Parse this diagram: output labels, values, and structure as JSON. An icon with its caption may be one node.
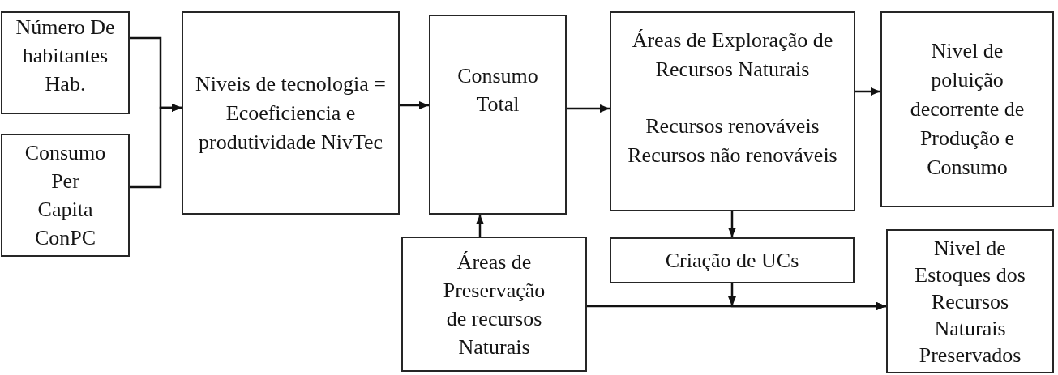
{
  "diagram": {
    "nodes": [
      {
        "text": [
          "Número De habitantes Hab."
        ]
      },
      {
        "text": [
          "Consumo Per Capita ConPC"
        ]
      },
      {
        "text": [
          "Niveis de tecnologia = Ecoeficiencia e produtividade NivTec"
        ]
      },
      {
        "text": [
          "Consumo Total"
        ]
      },
      {
        "text": [
          "Áreas de Exploração de Recursos Naturais",
          "Recursos renováveis Recursos não renováveis"
        ]
      },
      {
        "text": [
          "Nivel de poluição decorrente de Produção e Consumo"
        ]
      },
      {
        "text": [
          "Áreas de Preservação de recursos Naturais"
        ]
      },
      {
        "text": [
          "Criação de UCs"
        ]
      },
      {
        "text": [
          "Nivel de Estoques dos Recursos Naturais Preservados"
        ]
      }
    ],
    "edges": [
      {
        "from": 0,
        "to": 2,
        "arrow": "to"
      },
      {
        "from": 1,
        "to": 2,
        "arrow": "to"
      },
      {
        "from": 2,
        "to": 3,
        "arrow": "to"
      },
      {
        "from": 3,
        "to": 4,
        "arrow": "to"
      },
      {
        "from": 4,
        "to": 5,
        "arrow": "to"
      },
      {
        "from": 6,
        "to": 3,
        "arrow": "to"
      },
      {
        "from": 4,
        "to": 7,
        "arrow": "to"
      },
      {
        "from": 7,
        "to": 8,
        "arrow": "to"
      },
      {
        "from": 6,
        "to": 8,
        "arrow": "to"
      }
    ]
  }
}
